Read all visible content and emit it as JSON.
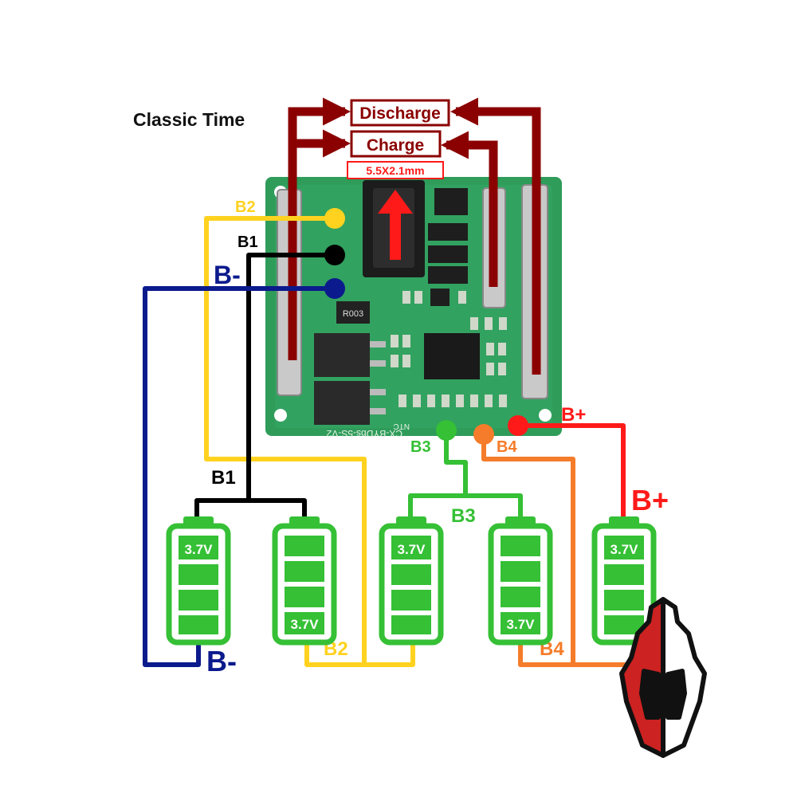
{
  "brand": {
    "text": "Classic Time"
  },
  "ports": {
    "discharge": "Discharge",
    "charge": "Charge",
    "jack_size": "5.5X2.1mm"
  },
  "board": {
    "resistor": "R003",
    "silkscreen": "CX-BYDbs-5S-V2",
    "ntc": "NTC"
  },
  "labels": {
    "b2_top": "B2",
    "b1_top": "B1",
    "bminus_top": "B-",
    "b3_top": "B3",
    "b4_top": "B4",
    "bplus_top": "B+",
    "b1_mid": "B1",
    "b3_mid": "B3",
    "bplus_mid": "B+",
    "bminus_bottom": "B-",
    "b2_bottom": "B2",
    "b4_bottom": "B4"
  },
  "cells": [
    {
      "voltage": "3.7V"
    },
    {
      "voltage": "3.7V"
    },
    {
      "voltage": "3.7V"
    },
    {
      "voltage": "3.7V"
    },
    {
      "voltage": "3.7V"
    }
  ],
  "colors": {
    "power_arrow": "#8b0000",
    "b2": "#ffd21f",
    "b1": "#000000",
    "bminus": "#0b1a8c",
    "b3": "#35c035",
    "b4": "#f57c2a",
    "bplus": "#ff1a1a",
    "pcb": "#2f9c5a",
    "cell": "#35c035"
  },
  "logo": {
    "icon": "spartan-helmet-icon"
  }
}
